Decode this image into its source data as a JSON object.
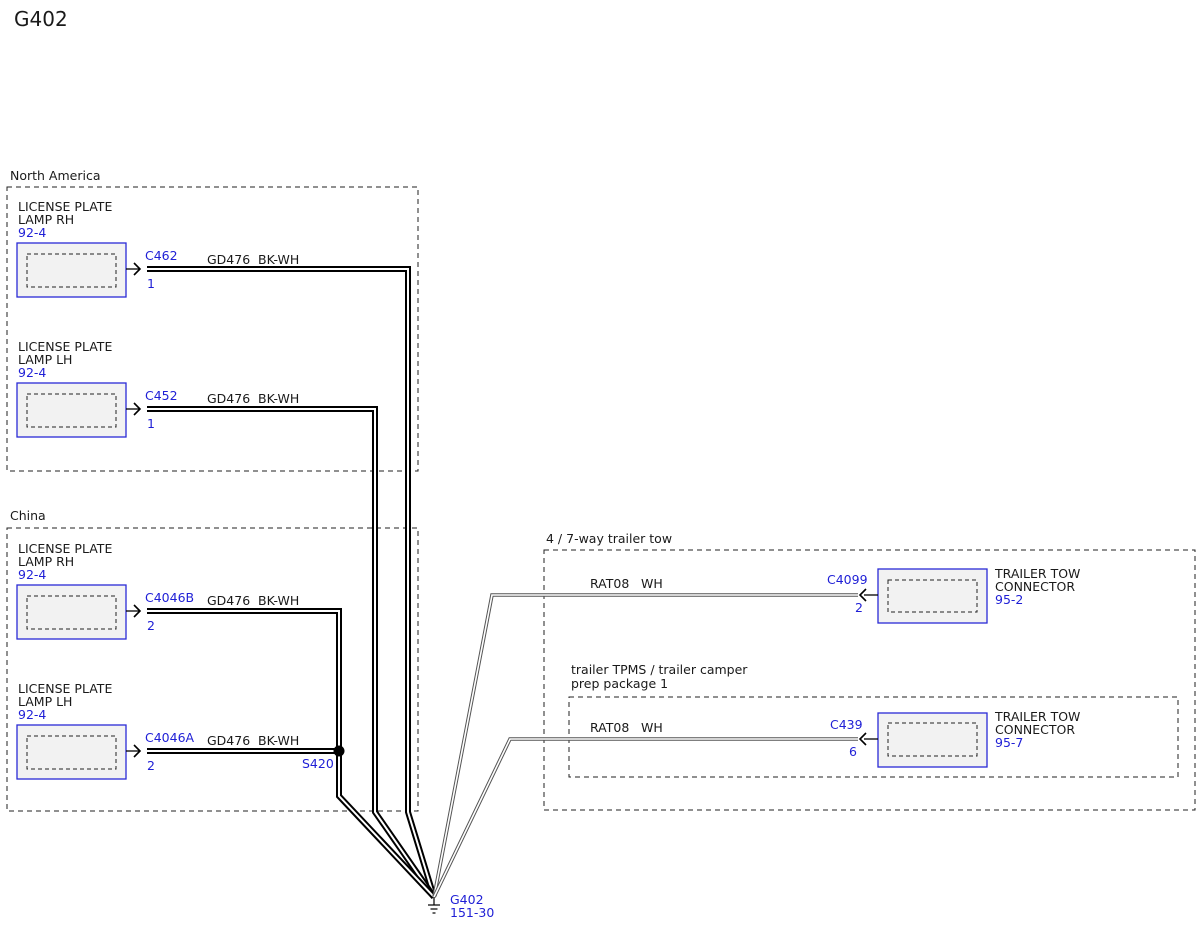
{
  "page_title": "G402",
  "groups": {
    "north_america": "North America",
    "china": "China",
    "trailer_tow": "4 / 7-way trailer tow",
    "trailer_tpms_line1": "trailer TPMS / trailer camper",
    "trailer_tpms_line2": "prep package 1"
  },
  "components": [
    {
      "line1": "LICENSE PLATE",
      "line2": "LAMP RH",
      "ref": "92-4",
      "connector": "C462",
      "pin": "1",
      "circuit": "GD476",
      "color": "BK-WH"
    },
    {
      "line1": "LICENSE PLATE",
      "line2": "LAMP LH",
      "ref": "92-4",
      "connector": "C452",
      "pin": "1",
      "circuit": "GD476",
      "color": "BK-WH"
    },
    {
      "line1": "LICENSE PLATE",
      "line2": "LAMP RH",
      "ref": "92-4",
      "connector": "C4046B",
      "pin": "2",
      "circuit": "GD476",
      "color": "BK-WH"
    },
    {
      "line1": "LICENSE PLATE",
      "line2": "LAMP LH",
      "ref": "92-4",
      "connector": "C4046A",
      "pin": "2",
      "circuit": "GD476",
      "color": "BK-WH"
    },
    {
      "line1": "TRAILER TOW",
      "line2": "CONNECTOR",
      "ref": "95-2",
      "connector": "C4099",
      "pin": "2",
      "circuit": "RAT08",
      "color": "WH"
    },
    {
      "line1": "TRAILER TOW",
      "line2": "CONNECTOR",
      "ref": "95-7",
      "connector": "C439",
      "pin": "6",
      "circuit": "RAT08",
      "color": "WH"
    }
  ],
  "splice": "S420",
  "ground": {
    "label": "G402",
    "ref": "151-30"
  },
  "colors": {
    "wire_black": "#000000",
    "wire_white": "#ffffff",
    "ref_blue": "#1f1fd6",
    "box_fill": "#f2f2f2"
  }
}
